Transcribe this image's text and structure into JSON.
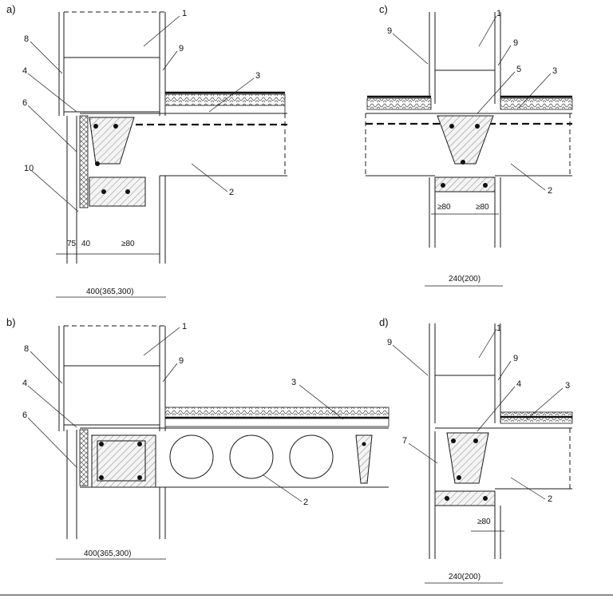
{
  "panels": {
    "a": {
      "label": "a)",
      "callouts": [
        "1",
        "8",
        "9",
        "3",
        "4",
        "6",
        "10",
        "2"
      ],
      "dims": [
        "75",
        "40",
        "≥80",
        "400(365,300)"
      ]
    },
    "b": {
      "label": "b)",
      "callouts": [
        "1",
        "8",
        "9",
        "3",
        "4",
        "6",
        "2"
      ],
      "dims": [
        "400(365,300)"
      ]
    },
    "c": {
      "label": "c)",
      "callouts": [
        "1",
        "9",
        "9",
        "5",
        "3",
        "2"
      ],
      "dims": [
        "≥80",
        "≥80",
        "240(200)"
      ]
    },
    "d": {
      "label": "d)",
      "callouts": [
        "1",
        "9",
        "9",
        "4",
        "3",
        "7",
        "2"
      ],
      "dims": [
        "≥80",
        "240(200)"
      ]
    }
  }
}
